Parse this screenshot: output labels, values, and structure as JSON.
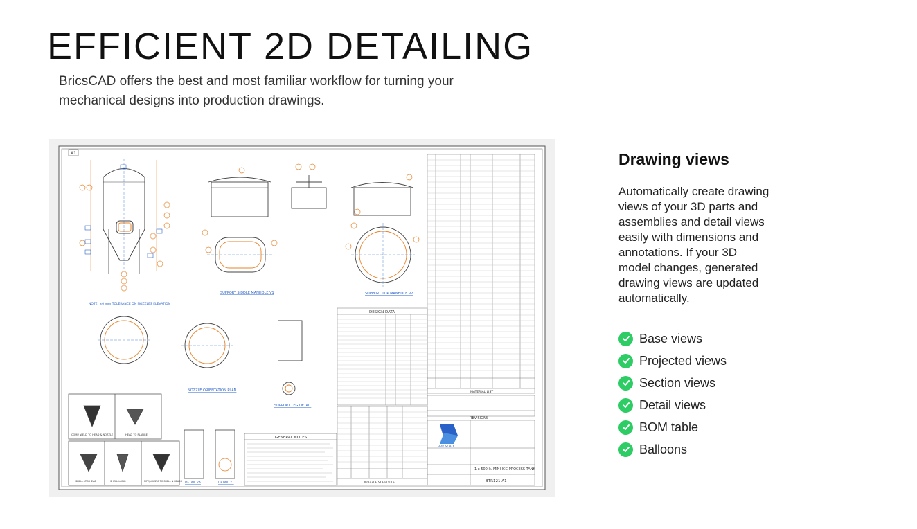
{
  "header": {
    "title": "EFFICIENT 2D DETAILING",
    "intro": "BricsCAD offers the best and most familiar workflow for turning your mechanical designs into production drawings."
  },
  "drawing": {
    "sheet_id": "A1",
    "labels": {
      "manhole_side": "SUPPORT SIDDLE MANHOLE V1",
      "manhole_top": "SUPPORT TOP MANHOLE V2",
      "tolerance_note": "NOTE: ±0 mm TOLERANCE ON NOZZLES ELEVATION",
      "nozzle_plan": "NOZZLE ORIENTATION PLAN",
      "support_detail": "SUPPORT LEG DETAIL",
      "design_data": "DESIGN DATA",
      "general_notes": "GENERAL NOTES",
      "nozzle_schedule": "NOZZLE SCHEDULE",
      "material_list": "MATERIAL LIST",
      "revisions": "REVISIONS",
      "logo_text": "BRICSCAD",
      "drawing_title": "1 x 500  lt. MINI ICC PROCESS TANK",
      "drawing_number": "BTR121-A1",
      "detail_a": "DETAIL 2A",
      "detail_b": "DETAIL 2T",
      "weld_1": "COMP. WELD TO HEAD & NOZZLE",
      "weld_2": "HEAD TO FLANGE",
      "weld_3": "SHELL LTD HEAD",
      "weld_4": "SHELL LONG",
      "weld_5": "PIPE/NOZZLE TO SHELL & HEADS"
    }
  },
  "side": {
    "heading": "Drawing views",
    "body": "Automatically create drawing views of your 3D parts and assemblies and detail views easily with dimensions and annotations. If your 3D model changes, generated drawing views are updated automatically.",
    "features": [
      {
        "label": "Base views",
        "icon": "check-circle-icon"
      },
      {
        "label": "Projected views",
        "icon": "check-circle-icon"
      },
      {
        "label": "Section views",
        "icon": "check-circle-icon"
      },
      {
        "label": "Detail views",
        "icon": "check-circle-icon"
      },
      {
        "label": "BOM table",
        "icon": "check-circle-icon"
      },
      {
        "label": "Balloons",
        "icon": "check-circle-icon"
      }
    ],
    "check_color": "#2ecc64"
  },
  "colors": {
    "line": "#444444",
    "orange": "#e8832a",
    "blue": "#2a62c8",
    "frame": "#f0f0f0"
  }
}
